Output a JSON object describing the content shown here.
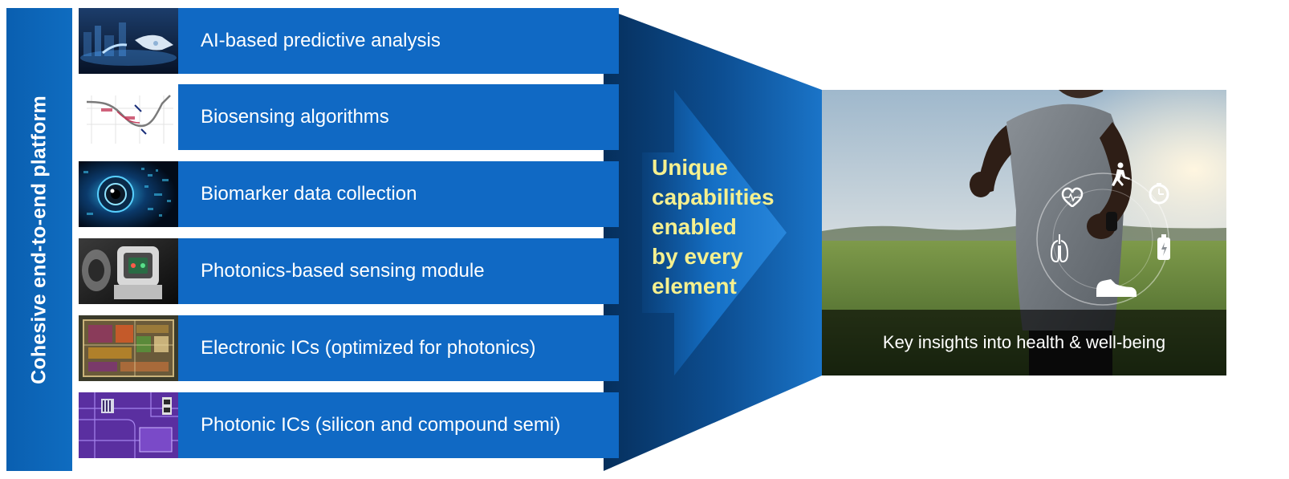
{
  "platform_label": "Cohesive end-to-end platform",
  "layers": [
    {
      "label": "AI-based predictive analysis",
      "icon": "ai-hand-icon"
    },
    {
      "label": "Biosensing algorithms",
      "icon": "spectrum-plot-icon"
    },
    {
      "label": "Biomarker data collection",
      "icon": "digital-eye-icon"
    },
    {
      "label": "Photonics-based sensing module",
      "icon": "wearable-module-icon"
    },
    {
      "label": "Electronic ICs (optimized for photonics)",
      "icon": "circuit-chip-icon"
    },
    {
      "label": "Photonic ICs (silicon and compound semi)",
      "icon": "photonic-chip-icon"
    }
  ],
  "capabilities": [
    "Unique",
    "capabilities",
    "enabled",
    "by every",
    "element"
  ],
  "insight": "Key insights into health & well-being",
  "health_icons": [
    "heart-icon",
    "runner-icon",
    "stopwatch-icon",
    "lungs-icon",
    "battery-icon",
    "shoe-icon"
  ],
  "colors": {
    "bar_blue": "#1069c4",
    "funnel_dark": "#06315f",
    "funnel_light": "#1a74c8",
    "arrow_blue": "#1c7fd6",
    "capability_text": "#f5f08f"
  }
}
